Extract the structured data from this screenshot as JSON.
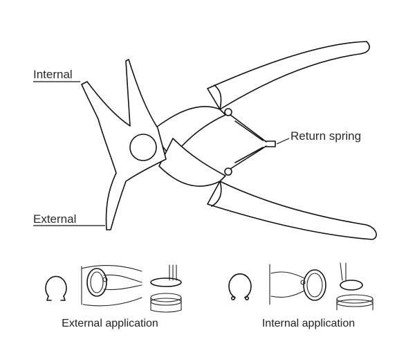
{
  "labels": {
    "internal": "Internal",
    "external": "External",
    "return_spring": "Return spring"
  },
  "captions": {
    "external_application": "External application",
    "internal_application": "Internal application"
  }
}
